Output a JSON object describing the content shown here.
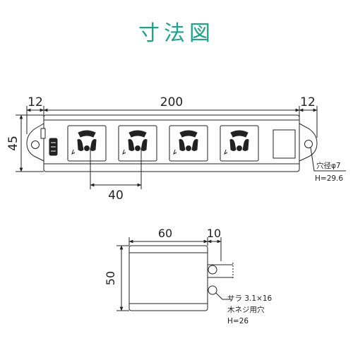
{
  "title": "寸法図",
  "top_view": {
    "dim_left": "12",
    "dim_total": "200",
    "dim_right": "12",
    "dim_height": "45",
    "dim_pitch": "40",
    "hole_note_1": "穴径φ7",
    "hole_note_2": "H=29.6"
  },
  "side_view": {
    "dim_width": "60",
    "dim_plug": "10",
    "dim_height": "50",
    "screw_note_1": "サラ 3.1×16",
    "screw_note_2": "木ネジ用穴",
    "screw_note_3": "H=26"
  },
  "colors": {
    "title": "#1aa58a",
    "line": "#222222",
    "body": "#ffffff"
  }
}
